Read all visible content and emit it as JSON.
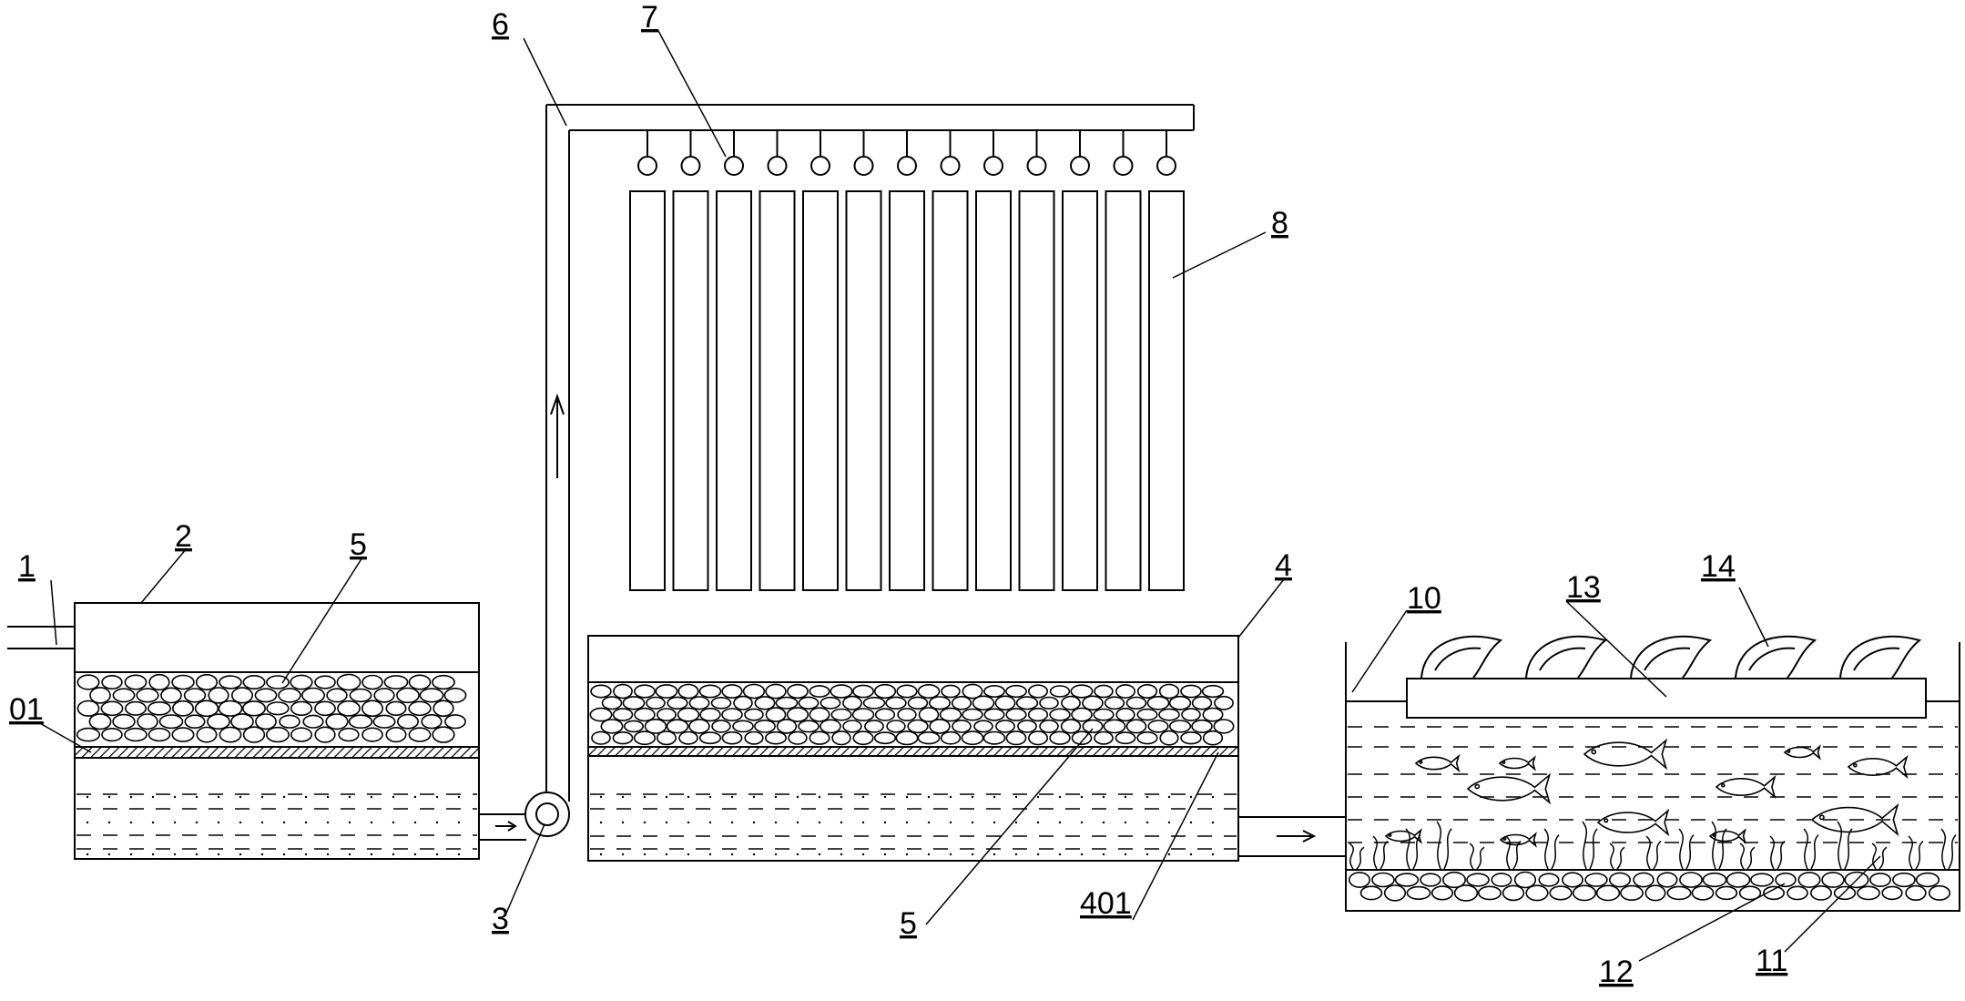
{
  "diagram": {
    "labels": {
      "l1": "1",
      "l2": "2",
      "l01": "01",
      "l5a": "5",
      "l3": "3",
      "l6": "6",
      "l7": "7",
      "l8": "8",
      "l4": "4",
      "l5b": "5",
      "l401": "401",
      "l10": "10",
      "l13": "13",
      "l14": "14",
      "l12": "12",
      "l11": "11"
    },
    "counts": {
      "sprinkler_nozzles": 13,
      "cultivation_columns": 13,
      "floating_plants": 5,
      "fish": 12
    },
    "colors": {
      "line": "#000000",
      "background": "#ffffff"
    }
  }
}
